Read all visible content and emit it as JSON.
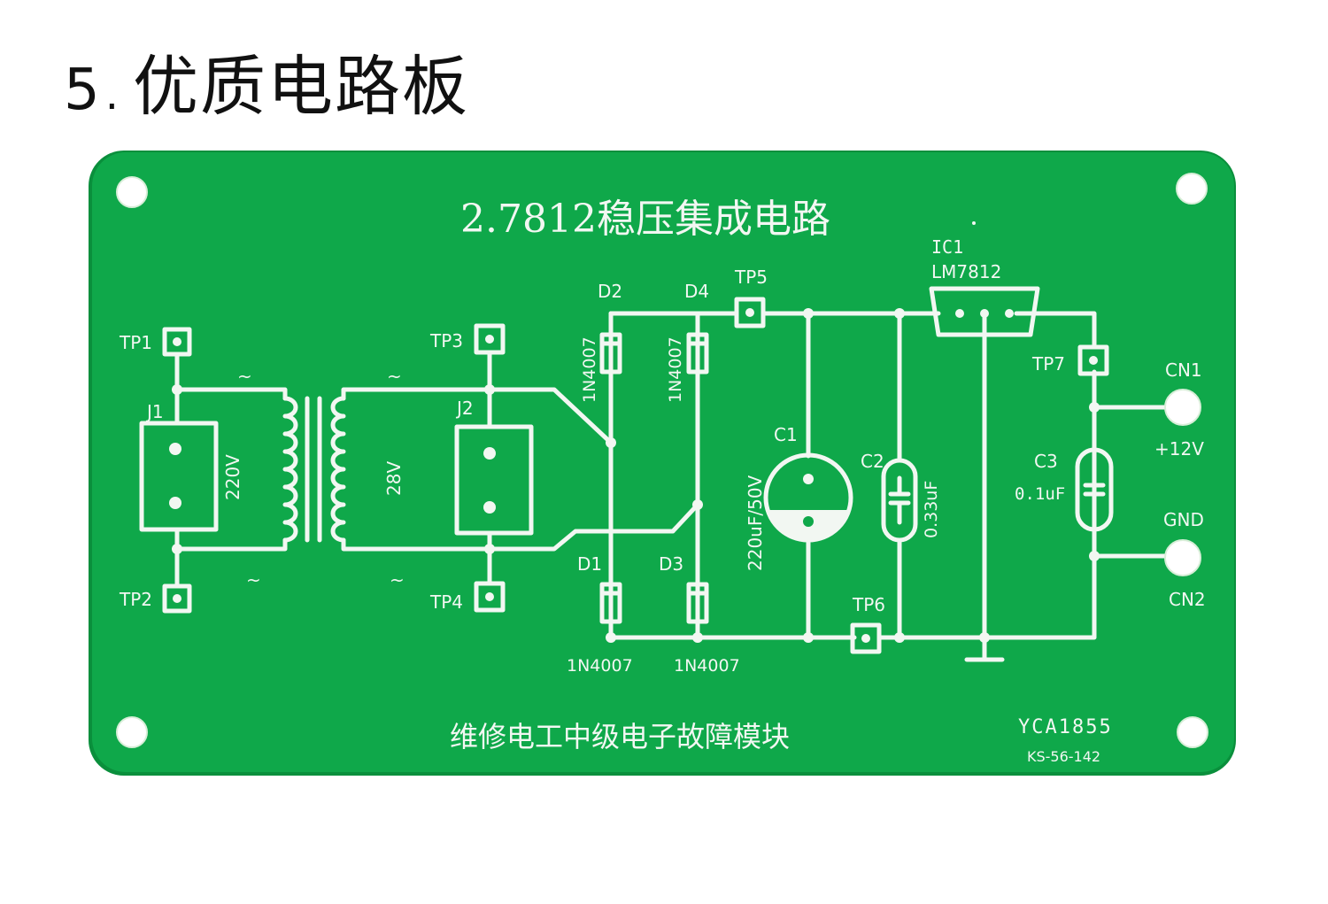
{
  "heading": {
    "number": "5",
    "separator": ".",
    "text": "优质电路板"
  },
  "board": {
    "title": "2.7812稳压集成电路",
    "footer": "维修电工中级电子故障模块",
    "code": "YCA1855",
    "part_no": "KS-56-142",
    "labels": {
      "tp1": "TP1",
      "tp2": "TP2",
      "tp3": "TP3",
      "tp4": "TP4",
      "tp5": "TP5",
      "tp6": "TP6",
      "tp7": "TP7",
      "j1": "J1",
      "j2": "J2",
      "v220": "220V",
      "v28": "28V",
      "d1": "D1",
      "d2": "D2",
      "d3": "D3",
      "d4": "D4",
      "diode_part": "1N4007",
      "c1": "C1",
      "c1_val": "220uF/50V",
      "c2": "C2",
      "c2_val": "0.33uF",
      "c3": "C3",
      "c3_val": "0.1uF",
      "ic1": "IC1",
      "ic1_part": "LM7812",
      "cn1": "CN1",
      "cn2": "CN2",
      "plus12v": "+12V",
      "gnd": "GND",
      "tilde": "~"
    }
  },
  "colors": {
    "pcb": "#0fa84a",
    "pcb_edge": "#0a8f3c",
    "silkscreen": "#f2f7f2",
    "hole": "#ffffff"
  }
}
